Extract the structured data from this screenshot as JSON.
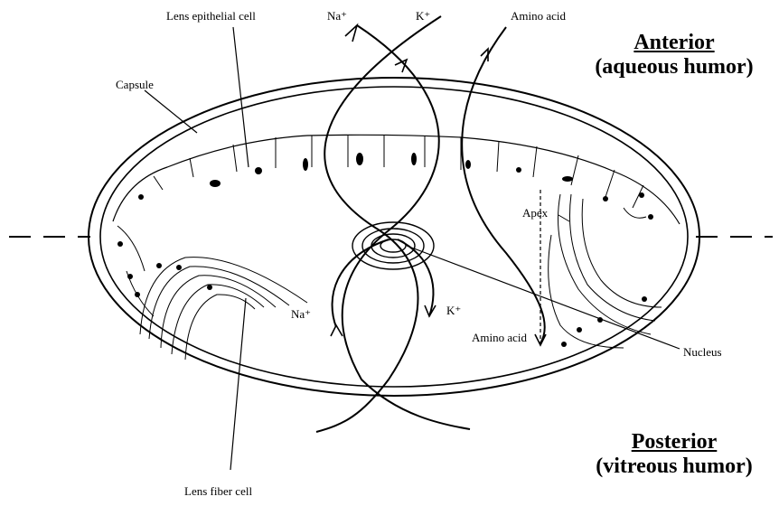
{
  "labels": {
    "lens_epithelial_cell": "Lens epithelial cell",
    "na_top": "Na⁺",
    "k_top": "K⁺",
    "amino_acid_top": "Amino acid",
    "capsule": "Capsule",
    "apex": "Apex",
    "na_bottom": "Na⁺",
    "k_bottom": "K⁺",
    "amino_acid_bottom": "Amino acid",
    "nucleus": "Nucleus",
    "lens_fiber_cell": "Lens fiber cell"
  },
  "orientation": {
    "anterior_title": "Anterior",
    "anterior_sub": "(aqueous humor)",
    "posterior_title": "Posterior",
    "posterior_sub": "(vitreous humor)"
  }
}
